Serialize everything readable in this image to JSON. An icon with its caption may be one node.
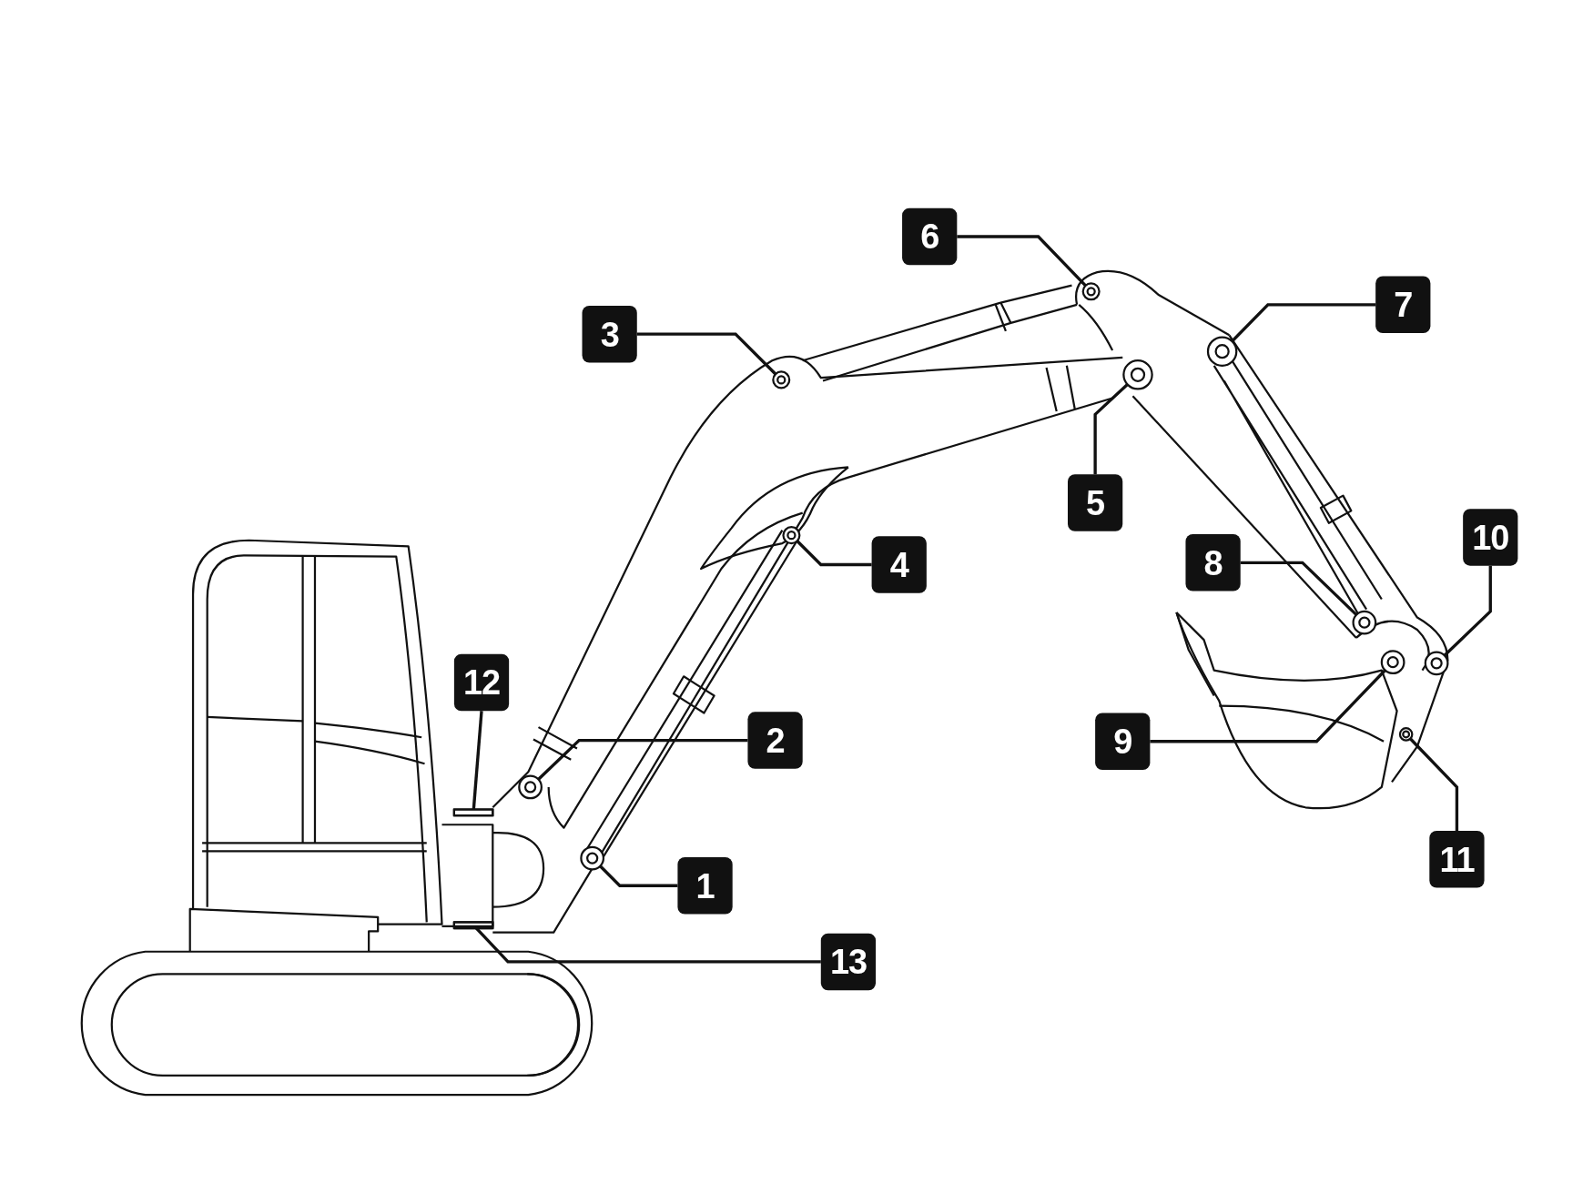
{
  "diagram": {
    "nodes": [
      {
        "text": [
          "1"
        ]
      },
      {
        "text": [
          "2"
        ]
      },
      {
        "text": [
          "3"
        ]
      },
      {
        "text": [
          "4"
        ]
      },
      {
        "text": [
          "5"
        ]
      },
      {
        "text": [
          "6"
        ]
      },
      {
        "text": [
          "7"
        ]
      },
      {
        "text": [
          "8"
        ]
      },
      {
        "text": [
          "9"
        ]
      },
      {
        "text": [
          "10"
        ]
      },
      {
        "text": [
          "11"
        ]
      },
      {
        "text": [
          "12"
        ]
      },
      {
        "text": [
          "13"
        ]
      },
      {
        "text": [],
        "shape": "circle"
      },
      {
        "text": [],
        "shape": "circle"
      },
      {
        "text": [],
        "shape": "circle"
      },
      {
        "text": [],
        "shape": "circle"
      },
      {
        "text": [],
        "shape": "circle"
      },
      {
        "text": [],
        "shape": "circle"
      },
      {
        "text": [],
        "shape": "circle"
      },
      {
        "text": [],
        "shape": "circle"
      },
      {
        "text": [],
        "shape": "circle"
      },
      {
        "text": [],
        "shape": "circle"
      },
      {
        "text": [],
        "shape": "circle"
      },
      {
        "text": [],
        "shape": "bar"
      },
      {
        "text": [],
        "shape": "bar"
      }
    ],
    "edges": [
      {
        "from": 0,
        "to": 13,
        "arrow": "none"
      },
      {
        "from": 1,
        "to": 14,
        "arrow": "none"
      },
      {
        "from": 2,
        "to": 15,
        "arrow": "none"
      },
      {
        "from": 3,
        "to": 16,
        "arrow": "none"
      },
      {
        "from": 4,
        "to": 17,
        "arrow": "none"
      },
      {
        "from": 5,
        "to": 18,
        "arrow": "none"
      },
      {
        "from": 6,
        "to": 19,
        "arrow": "none"
      },
      {
        "from": 7,
        "to": 20,
        "arrow": "none"
      },
      {
        "from": 8,
        "to": 21,
        "arrow": "none"
      },
      {
        "from": 9,
        "to": 22,
        "arrow": "none"
      },
      {
        "from": 10,
        "to": 23,
        "arrow": "none"
      },
      {
        "from": 11,
        "to": 24,
        "arrow": "none"
      },
      {
        "from": 12,
        "to": 25,
        "arrow": "none"
      }
    ]
  }
}
